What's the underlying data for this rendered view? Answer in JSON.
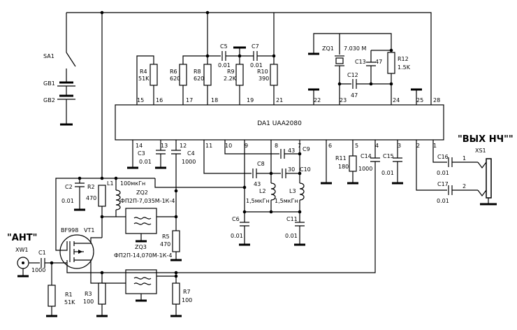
{
  "ic": {
    "designator": "DA1",
    "part": "UAA2080"
  },
  "pins_top": [
    "15",
    "16",
    "17",
    "18",
    "19",
    "21",
    "22",
    "23",
    "24",
    "25",
    "28"
  ],
  "pins_bottom": [
    "14",
    "13",
    "12",
    "11",
    "10",
    "9",
    "8",
    "7",
    "6",
    "5",
    "4",
    "3",
    "2",
    "1"
  ],
  "resistors": {
    "R1": {
      "name": "R1",
      "value": "51K"
    },
    "R2": {
      "name": "R2",
      "value": "470"
    },
    "R3": {
      "name": "R3",
      "value": "100"
    },
    "R4": {
      "name": "R4",
      "value": "51K"
    },
    "R5": {
      "name": "R5",
      "value": "470"
    },
    "R6": {
      "name": "R6",
      "value": "620"
    },
    "R7": {
      "name": "R7",
      "value": "100"
    },
    "R8": {
      "name": "R8",
      "value": "620"
    },
    "R9": {
      "name": "R9",
      "value": "2.2K"
    },
    "R10": {
      "name": "R10",
      "value": "390"
    },
    "R11": {
      "name": "R11",
      "value": "180"
    },
    "R12": {
      "name": "R12",
      "value": "1.5K"
    }
  },
  "capacitors": {
    "C1": {
      "name": "C1",
      "value": "1000"
    },
    "C2": {
      "name": "C2",
      "value": "0.01"
    },
    "C3": {
      "name": "C3",
      "value": "0.01"
    },
    "C4": {
      "name": "C4",
      "value": "1000"
    },
    "C5": {
      "name": "C5",
      "value": "0.01"
    },
    "C6": {
      "name": "C6",
      "value": "0.01"
    },
    "C7": {
      "name": "C7",
      "value": "0.01"
    },
    "C8": {
      "name": "C8",
      "value": "43"
    },
    "C9": {
      "name": "C9",
      "value": "43"
    },
    "C10": {
      "name": "C10",
      "value": "30"
    },
    "C11": {
      "name": "C11",
      "value": "0.01"
    },
    "C12": {
      "name": "C12",
      "value": "47"
    },
    "C13": {
      "name": "C13",
      "value": "47"
    },
    "C14": {
      "name": "C14",
      "value": "1000"
    },
    "C15": {
      "name": "C15",
      "value": "0.01"
    },
    "C16": {
      "name": "C16",
      "value": "0.01"
    },
    "C17": {
      "name": "C17",
      "value": "0.01"
    }
  },
  "inductors": {
    "L1": {
      "name": "L1",
      "value": "100мкГн"
    },
    "L2": {
      "name": "L2",
      "value": "1,5мкГн"
    },
    "L3": {
      "name": "L3",
      "value": "1,5мкГн"
    }
  },
  "filters": {
    "ZQ2": {
      "name": "ZQ2",
      "part": "ФП2П-7,035М-1К-4"
    },
    "ZQ3": {
      "name": "ZQ3",
      "part": "ФП2П-14,070М-1К-4"
    }
  },
  "crystal": {
    "name": "ZQ1",
    "value": "7.030 M"
  },
  "switch": {
    "name": "SA1"
  },
  "batteries": {
    "gb1": "GB1",
    "gb2": "GB2"
  },
  "transistor": {
    "part": "BF998",
    "name": "VT1"
  },
  "antenna": {
    "title": "\"АНТ\"",
    "name": "XW1"
  },
  "output": {
    "title": "\"ВЫХ НЧ\"\"",
    "name": "XS1",
    "pin1": "1",
    "pin2": "2"
  }
}
